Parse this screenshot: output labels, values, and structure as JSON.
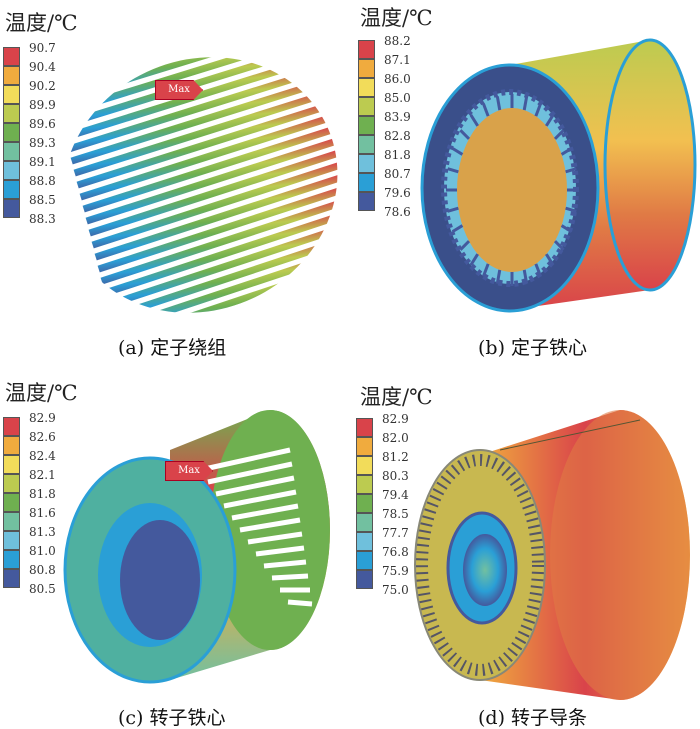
{
  "legend_colors": [
    "#d9434a",
    "#f0ab3e",
    "#f2dc5a",
    "#bccb50",
    "#6fb050",
    "#72c0a0",
    "#6fc0dc",
    "#2a9fd6",
    "#44599d"
  ],
  "panels": [
    {
      "id": "a",
      "legend_title": "温度/℃",
      "labels": [
        "90.7",
        "90.4",
        "90.2",
        "89.9",
        "89.6",
        "89.3",
        "89.1",
        "88.8",
        "88.5",
        "88.3"
      ],
      "caption": "(a) 定子绕组",
      "max_tag": "Max"
    },
    {
      "id": "b",
      "legend_title": "温度/℃",
      "labels": [
        "88.2",
        "87.1",
        "86.0",
        "85.0",
        "83.9",
        "82.8",
        "81.8",
        "80.7",
        "79.6",
        "78.6"
      ],
      "caption": "(b) 定子铁心"
    },
    {
      "id": "c",
      "legend_title": "温度/℃",
      "labels": [
        "82.9",
        "82.6",
        "82.4",
        "82.1",
        "81.8",
        "81.6",
        "81.3",
        "81.0",
        "80.8",
        "80.5"
      ],
      "caption": "(c) 转子铁心",
      "max_tag": "Max"
    },
    {
      "id": "d",
      "legend_title": "温度/℃",
      "labels": [
        "82.9",
        "82.0",
        "81.2",
        "80.3",
        "79.4",
        "78.5",
        "77.7",
        "76.8",
        "75.9",
        "75.0"
      ],
      "caption": "(d) 转子导条"
    }
  ]
}
